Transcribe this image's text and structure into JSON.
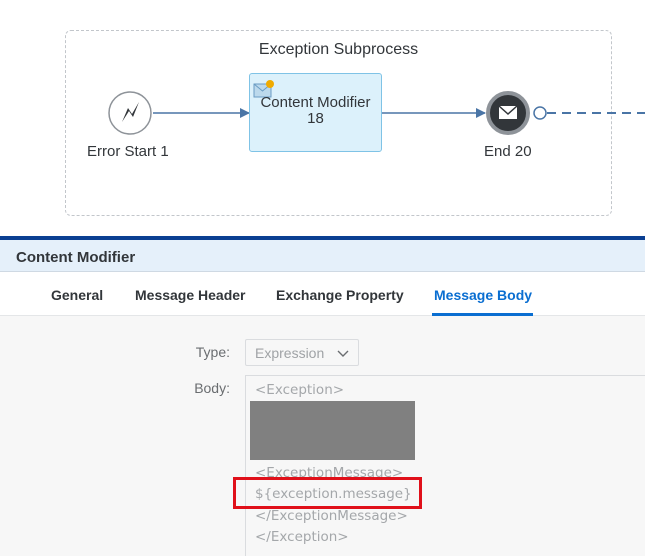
{
  "diagram": {
    "subprocess_title": "Exception Subprocess",
    "error_start_label": "Error Start 1",
    "content_modifier_line1": "Content Modifier",
    "content_modifier_line2": "18",
    "end_label": "End 20",
    "colors": {
      "arrow": "#4a75a6",
      "end_ring": "#8e9399",
      "end_fill": "#32363a"
    }
  },
  "panel": {
    "title": "Content Modifier",
    "tabs": [
      "General",
      "Message Header",
      "Exchange Property",
      "Message Body"
    ],
    "active_tab": "Message Body",
    "type_label": "Type:",
    "type_value": "Expression",
    "body_label": "Body:",
    "body_lines": [
      "<Exception>",
      "<ExceptionMessage>",
      "${exception.message}",
      "</ExceptionMessage>",
      "</Exception>"
    ]
  },
  "colors": {
    "accent": "#0a6ed1",
    "highlight": "#e0101a",
    "header_bar": "#0a3f92"
  }
}
